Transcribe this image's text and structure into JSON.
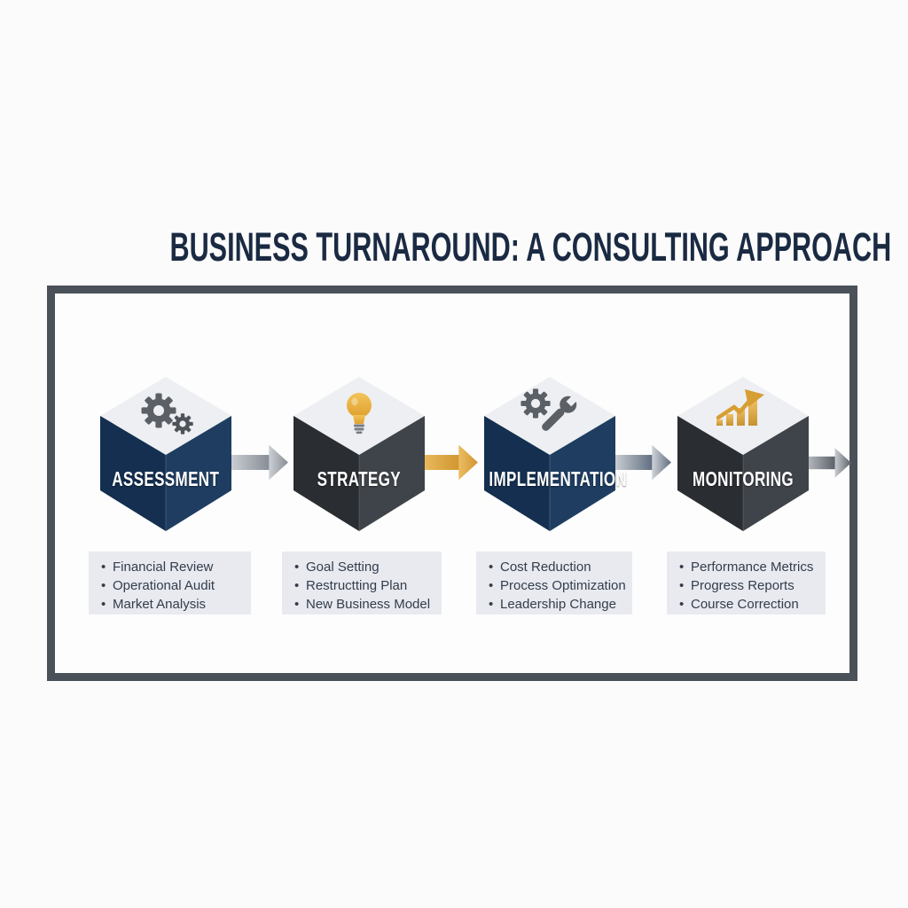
{
  "title": "BUSINESS TURNAROUND: A CONSULTING APPROACH",
  "stages": [
    {
      "label": "ASSESSMENT",
      "icon": "gears-icon",
      "items": [
        "Financial Review",
        "Operational Audit",
        "Market Analysis"
      ]
    },
    {
      "label": "STRATEGY",
      "icon": "lightbulb-icon",
      "items": [
        "Goal Setting",
        "Restructting Plan",
        "New Business Model"
      ]
    },
    {
      "label": "IMPLEMENTATION",
      "icon": "gear-wrench-icon",
      "items": [
        "Cost Reduction",
        "Process Optimization",
        "Leadership Change"
      ]
    },
    {
      "label": "MONITORING",
      "icon": "chart-growth-icon",
      "items": [
        "Performance Metrics",
        "Progress Reports",
        "Course Correction"
      ]
    }
  ],
  "colors": {
    "title_text": "#1a2a42",
    "frame_border": "#4a5158",
    "cube_top": "#edeff2",
    "navy_face_left": "#142f50",
    "navy_face_right": "#1e3d61",
    "charcoal_face_left": "#2a2d31",
    "charcoal_face_right": "#3f444a",
    "label_text": "#ffffff",
    "card_bg": "#e8eaf0",
    "card_text": "#333d4b",
    "icon_gray": "#5b6067",
    "icon_gray_dark": "#4f545b",
    "icon_base_gray": "#787d83",
    "icon_gold_light": "#f3c459",
    "icon_gold_dark": "#dfa02e",
    "icon_gold_deep": "#d79e33",
    "bars_gold_from": "#c8922e",
    "bars_gold_to": "#eec167",
    "arrow_silver_from": "#ccd0d5",
    "arrow_silver_to": "#878d95",
    "arrow_gold_from": "#ecbd62",
    "arrow_gold_to": "#d09630",
    "arrow_steel_from": "#cfd3d8",
    "arrow_steel_to": "#5f6d80",
    "arrow_exit_from": "#c8ccd2",
    "arrow_exit_to": "#5a6068"
  }
}
